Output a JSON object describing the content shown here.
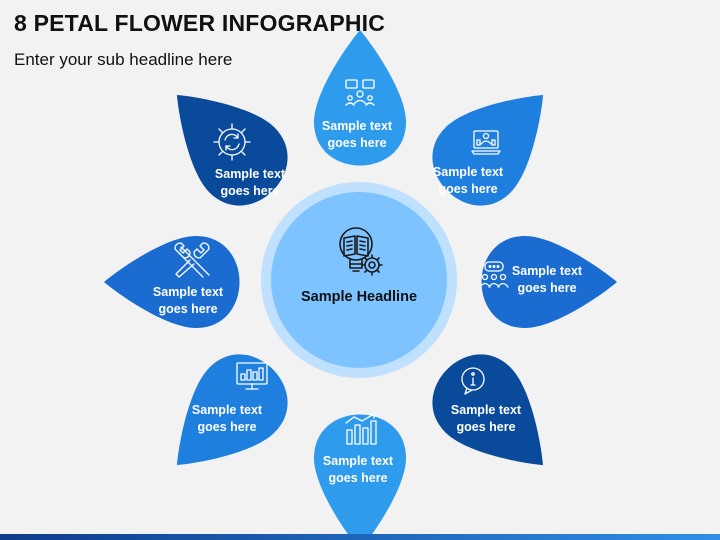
{
  "header": {
    "title": "8 PETAL FLOWER INFOGRAPHIC",
    "subtitle": "Enter your sub headline here"
  },
  "center": {
    "headline": "Sample Headline",
    "icon": "book-gear-bulb-icon"
  },
  "petals": [
    {
      "line1": "Sample text",
      "line2": "goes here",
      "icon": "meeting-chat-icon",
      "color": "#2e9bec"
    },
    {
      "line1": "Sample text",
      "line2": "goes here",
      "icon": "laptop-presentation-icon",
      "color": "#1e7fde"
    },
    {
      "line1": "Sample text",
      "line2": "goes here",
      "icon": "team-discussion-icon",
      "color": "#1a6cd0"
    },
    {
      "line1": "Sample text",
      "line2": "goes here",
      "icon": "info-bubble-icon",
      "color": "#0a4a9b"
    },
    {
      "line1": "Sample text",
      "line2": "goes here",
      "icon": "bar-chart-growth-icon",
      "color": "#2e9bec"
    },
    {
      "line1": "Sample text",
      "line2": "goes here",
      "icon": "monitor-chart-icon",
      "color": "#1e7fde"
    },
    {
      "line1": "Sample text",
      "line2": "goes here",
      "icon": "wrench-tools-icon",
      "color": "#1a6cd0"
    },
    {
      "line1": "Sample text",
      "line2": "goes here",
      "icon": "gear-cycle-icon",
      "color": "#0a4a9b"
    }
  ],
  "colors": {
    "center_fill": "#7cc3ff",
    "center_ring": "#bfe0ff",
    "footer_left": "#0d3c8c",
    "footer_right": "#2f8fe6"
  }
}
